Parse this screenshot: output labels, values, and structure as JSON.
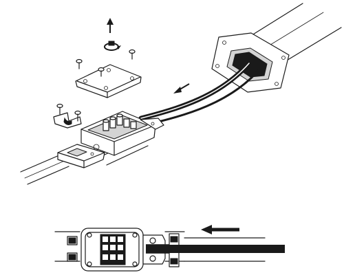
{
  "diagram": {
    "kind": "installation-illustration",
    "top_view": {
      "components": [
        "pole-tube",
        "pole-flange-plate",
        "cable-pair",
        "junction-box",
        "junction-box-lid",
        "lid-screws",
        "cable-clamp",
        "clamp-screws",
        "mounting-bracket",
        "light-rail"
      ],
      "arrows": [
        {
          "name": "lift-arrow",
          "direction": "up"
        },
        {
          "name": "cable-pull-arrow",
          "direction": "down-left"
        }
      ]
    },
    "bottom_view": {
      "components": [
        "junction-box-open",
        "terminal-block",
        "cable-clamp",
        "cable-bundle",
        "rail"
      ],
      "arrows": [
        {
          "name": "cable-insert-arrow",
          "direction": "left"
        }
      ]
    },
    "colors": {
      "line": "#1a1a1a",
      "fill": "#ffffff",
      "shade": "#d4d4d4"
    }
  }
}
